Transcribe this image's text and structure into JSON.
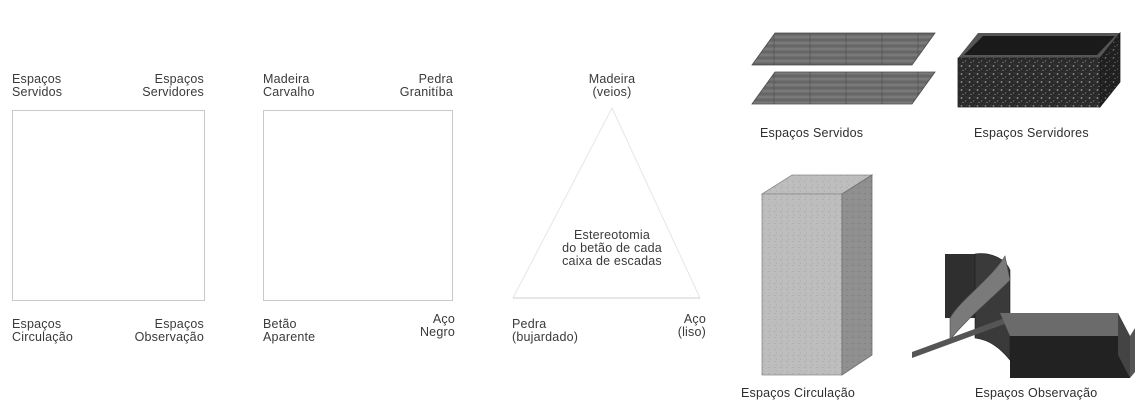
{
  "diagram1": {
    "top_left": "Espaços\nServidos",
    "top_right": "Espaços\nServidores",
    "bottom_left": "Espaços\nCirculação",
    "bottom_right": "Espaços\nObservação"
  },
  "diagram2": {
    "top_left": "Madeira\nCarvalho",
    "top_right": "Pedra\nGranitíba",
    "bottom_left": "Betão\nAparente",
    "bottom_right": "Aço\nNegro"
  },
  "diagram3": {
    "top": "Madeira\n(veios)",
    "center": "Estereotomia\ndo betão de cada\ncaixa de escadas",
    "bottom_left": "Pedra\n(bujardado)",
    "bottom_right": "Aço\n(liso)"
  },
  "renders": {
    "served_caption": "Espaços Servidos",
    "servers_caption": "Espaços Servidores",
    "circulation_caption": "Espaços Circulação",
    "observation_caption": "Espaços Observação"
  },
  "colors": {
    "wood": "#6f6f6f",
    "granite": "#2b2b2b",
    "concrete": "#bdbdbd",
    "steel": "#2f2f2f"
  }
}
